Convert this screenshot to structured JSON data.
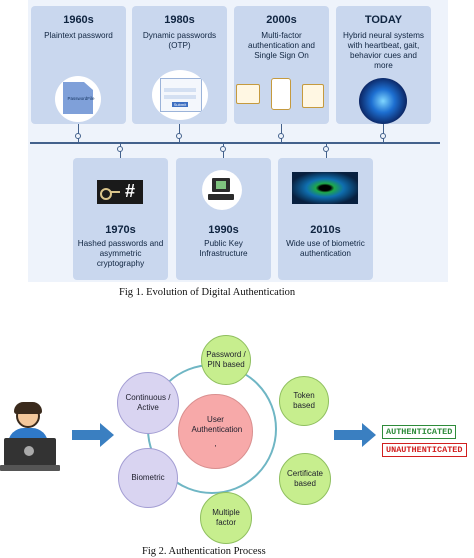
{
  "fig1": {
    "caption": "Fig 1. Evolution of Digital Authentication",
    "top_eras": [
      {
        "era": "1960s",
        "desc": "Plaintext password"
      },
      {
        "era": "1980s",
        "desc": "Dynamic passwords (OTP)"
      },
      {
        "era": "2000s",
        "desc": "Multi-factor authentication and Single Sign On"
      },
      {
        "era": "TODAY",
        "desc": "Hybrid neural systems with heartbeat, gait, behavior cues and more"
      }
    ],
    "bottom_eras": [
      {
        "era": "1970s",
        "desc": "Hashed passwords and asymmetric cryptography"
      },
      {
        "era": "1990s",
        "desc": "Public Key Infrastructure"
      },
      {
        "era": "2010s",
        "desc": "Wide use of biometric authentication"
      }
    ],
    "thumb_text": {
      "password_file": "PasswordFile",
      "otp_button": "Submit"
    },
    "colors": {
      "card": "#c9d7ee",
      "line": "#43618c",
      "background": "#eef3fb"
    }
  },
  "fig2": {
    "caption": "Fig 2. Authentication Process",
    "center": "User Authentication",
    "center_mark": ",",
    "methods": [
      {
        "label": "Password / PIN based",
        "color": "#c7ee8e"
      },
      {
        "label": "Token based",
        "color": "#c7ee8e"
      },
      {
        "label": "Certificate based",
        "color": "#c7ee8e"
      },
      {
        "label": "Multiple factor",
        "color": "#c7ee8e"
      },
      {
        "label": "Biometric",
        "color": "#d9d4f1"
      },
      {
        "label": "Continuous / Active",
        "color": "#d9d4f1"
      }
    ],
    "results": [
      {
        "label": "AUTHENTICATED",
        "color": "#2e8b3a"
      },
      {
        "label": "UNAUTHENTICATED",
        "color": "#d11f1f"
      }
    ],
    "colors": {
      "center": "#f7a9a9",
      "arrow": "#3a7fc1",
      "ring": "#6fb6c4"
    }
  }
}
